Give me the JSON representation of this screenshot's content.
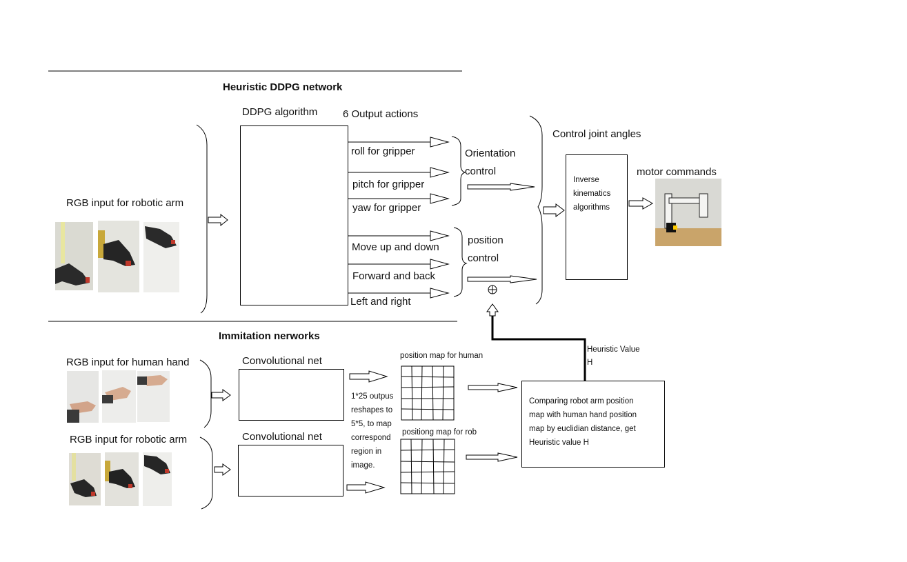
{
  "top_section": {
    "title": "Heuristic DDPG network",
    "rgb_label": "RGB input for robotic arm",
    "ddpg_label": "DDPG algorithm",
    "outputs_label": "6 Output actions",
    "actions": [
      "roll for gripper",
      "pitch for gripper",
      "yaw for gripper",
      "Move up and down",
      "Forward and back",
      "Left and right"
    ],
    "orientation_control": [
      "Orientation",
      "control"
    ],
    "position_control": [
      "position",
      "control"
    ],
    "control_joint_angles": "Control  joint angles",
    "ik_text": [
      "Inverse",
      "kinematics",
      "algorithms"
    ],
    "motor_commands": "motor commands",
    "sum_symbol": "⊕"
  },
  "bottom_section": {
    "title": "Immitation nerworks",
    "human_input_label": "RGB input for human hand",
    "robot_input_label": "RGB input for robotic arm",
    "conv_label_1": "Convolutional net",
    "conv_label_2": "Convolutional net",
    "reshape_note": [
      "1*25 outpus",
      "reshapes to",
      "5*5, to map",
      "correspond",
      "region in",
      "image."
    ],
    "position_map_human": "position map for human",
    "position_map_robot": "positiong map for rob",
    "heuristic_label": [
      "Heuristic Value",
      "H"
    ],
    "compare_text": [
      "Comparing robot arm position",
      "map  with human hand position",
      "map by euclidian distance, get",
      "Heuristic value H"
    ]
  }
}
